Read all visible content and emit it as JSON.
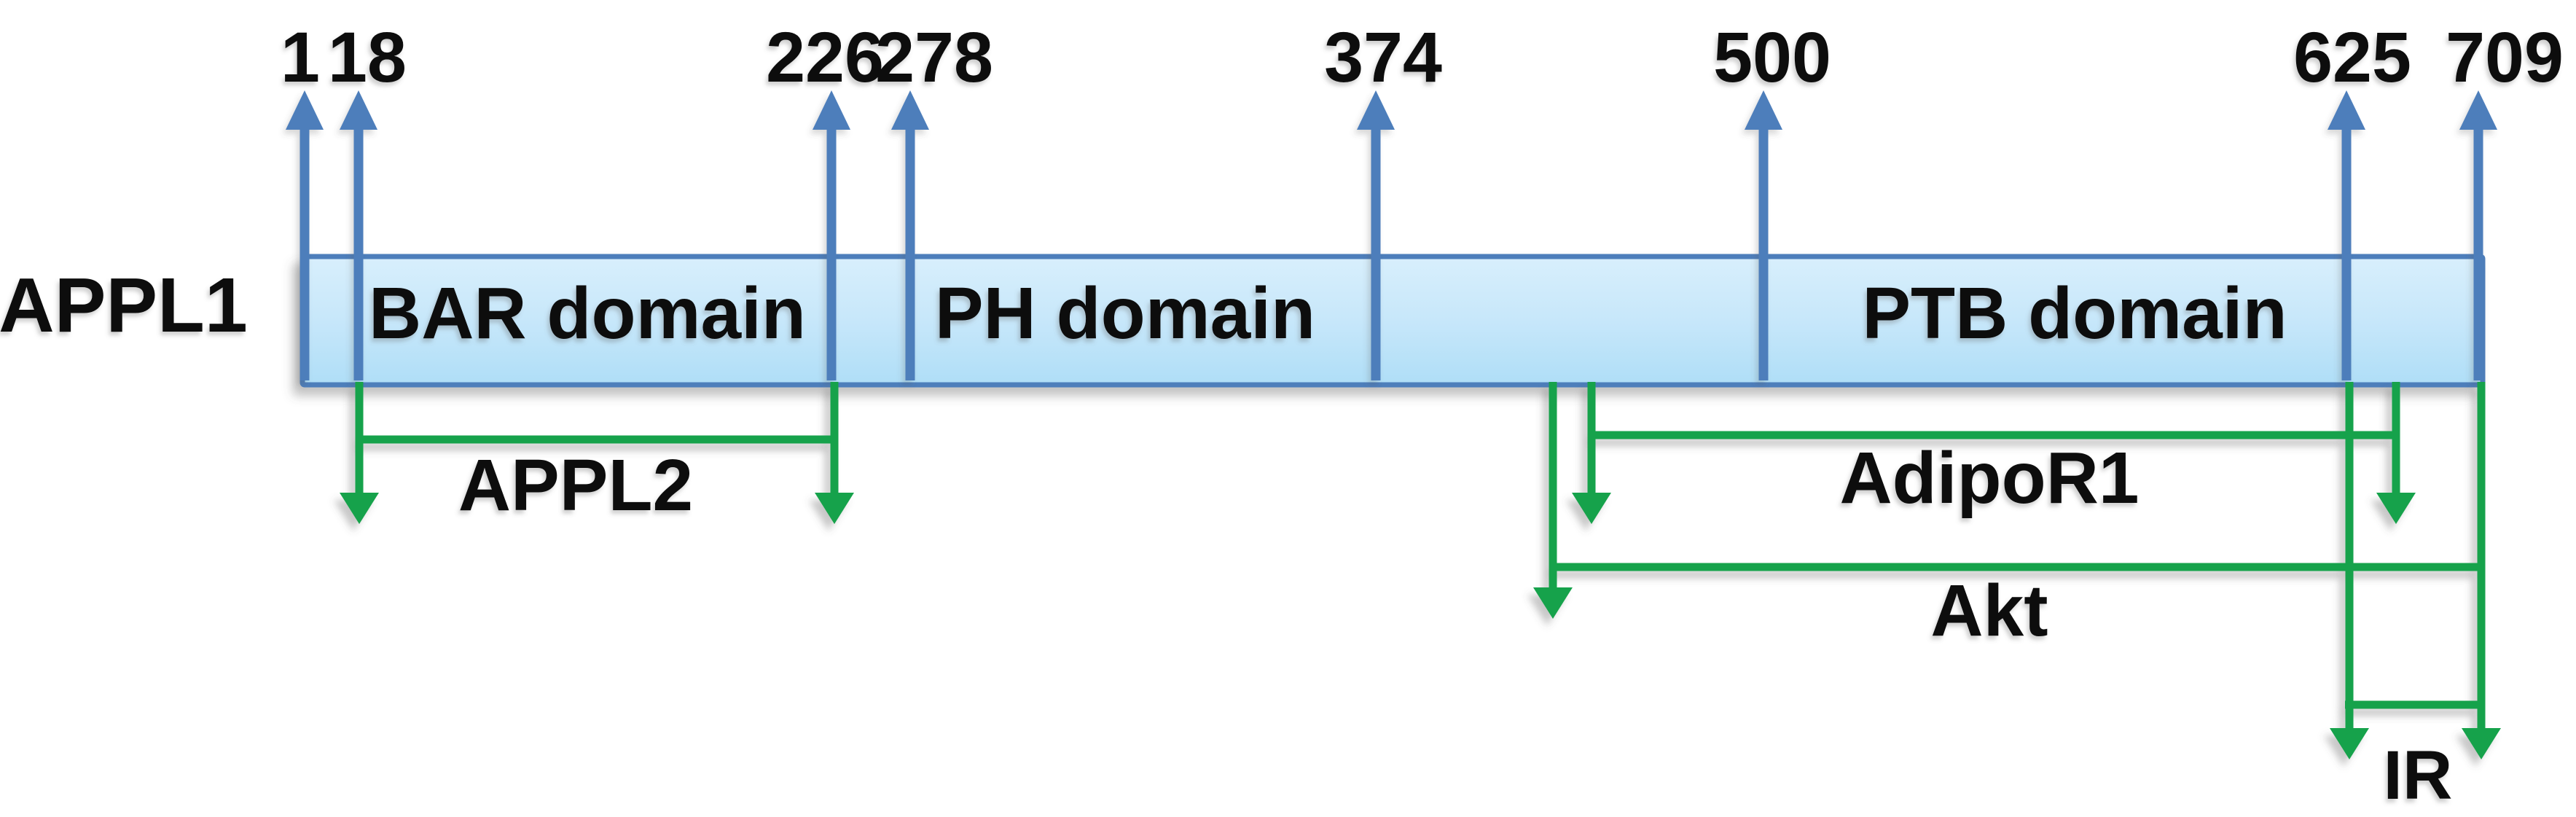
{
  "figure": {
    "protein_label": "APPL1",
    "residue_markers": [
      {
        "label": "1",
        "residue": 1
      },
      {
        "label": "18",
        "residue": 18
      },
      {
        "label": "226",
        "residue": 226
      },
      {
        "label": "278",
        "residue": 278
      },
      {
        "label": "374",
        "residue": 374
      },
      {
        "label": "500",
        "residue": 500
      },
      {
        "label": "625",
        "residue": 625
      },
      {
        "label": "709",
        "residue": 709
      }
    ],
    "domains": [
      {
        "label": "BAR domain"
      },
      {
        "label": "PH domain"
      },
      {
        "label": "PTB domain"
      }
    ],
    "interactions": [
      {
        "label": "APPL2",
        "from_marker": "18",
        "to_marker": "226"
      },
      {
        "label": "AdipoR1"
      },
      {
        "label": "Akt"
      },
      {
        "label": "IR"
      }
    ],
    "colors": {
      "accent_blue": "#4D7EBB",
      "green": "#15A24B",
      "bar_fill_top": "#D8EFFC",
      "bar_fill_bottom": "#AFDEF7",
      "text": "#0A0A0A"
    }
  }
}
